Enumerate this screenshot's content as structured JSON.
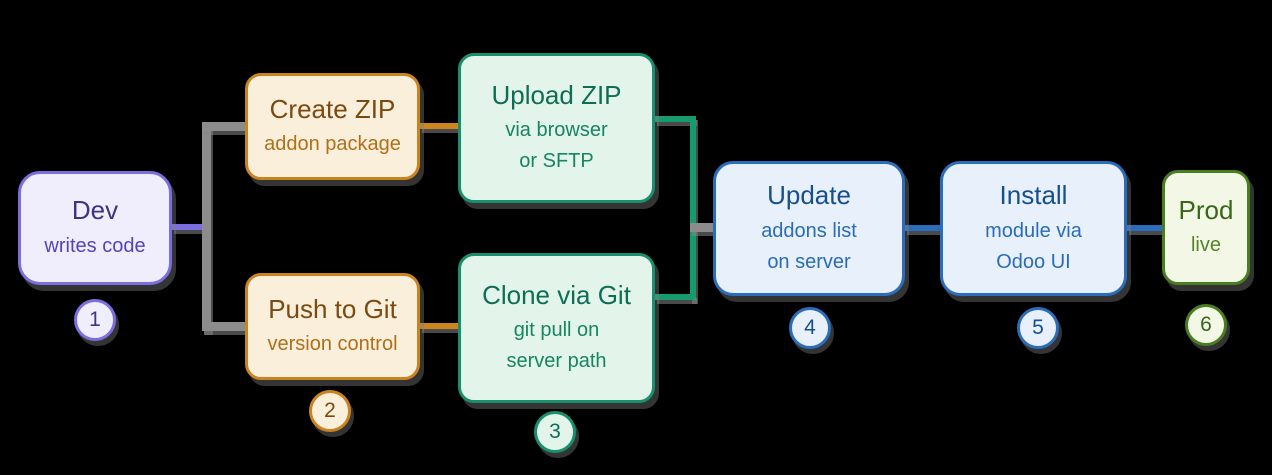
{
  "diagram": {
    "title": "deployment-flow",
    "background": "#000000",
    "palette": {
      "purple": "#7b6fe0",
      "gray": "#8c8c8c",
      "orange": "#cc861e",
      "green": "#189a6f",
      "blue": "#2b6db8",
      "dark_green": "#4a7d20"
    },
    "nodes": [
      {
        "id": "dev",
        "title": "Dev",
        "lines": [
          "writes code"
        ],
        "badge": "1",
        "border": "#7b6fe0",
        "fill": "#f0eefc",
        "title_color": "#3d3580",
        "sub_color": "#5145b8"
      },
      {
        "id": "create-zip",
        "title": "Create ZIP",
        "lines": [
          "addon package"
        ],
        "border": "#c9841f",
        "fill": "#faefda",
        "title_color": "#7a4a12",
        "sub_color": "#b06f1a"
      },
      {
        "id": "upload-zip",
        "title": "Upload ZIP",
        "lines": [
          "via browser",
          "or SFTP"
        ],
        "border": "#1a8f6d",
        "fill": "#e3f4eb",
        "title_color": "#0e6e54",
        "sub_color": "#178562"
      },
      {
        "id": "push-git",
        "title": "Push to Git",
        "lines": [
          "version control"
        ],
        "badge": "2",
        "border": "#c9841f",
        "fill": "#faefda",
        "title_color": "#7a4a12",
        "sub_color": "#b06f1a"
      },
      {
        "id": "clone-git",
        "title": "Clone via Git",
        "lines": [
          "git pull on",
          "server path"
        ],
        "badge": "3",
        "border": "#1a8f6d",
        "fill": "#e3f4eb",
        "title_color": "#0e6e54",
        "sub_color": "#178562"
      },
      {
        "id": "update",
        "title": "Update",
        "lines": [
          "addons list",
          "on server"
        ],
        "badge": "4",
        "border": "#2b6db8",
        "fill": "#e7f0fb",
        "title_color": "#174f8c",
        "sub_color": "#2a6cb5"
      },
      {
        "id": "install",
        "title": "Install",
        "lines": [
          "module via",
          "Odoo UI"
        ],
        "badge": "5",
        "border": "#2b6db8",
        "fill": "#e7f0fb",
        "title_color": "#174f8c",
        "sub_color": "#2a6cb5"
      },
      {
        "id": "prod",
        "title": "Prod",
        "lines": [
          "live"
        ],
        "badge": "6",
        "border": "#4a7d20",
        "fill": "#f3f8e6",
        "title_color": "#3a661c",
        "sub_color": "#55832a"
      }
    ],
    "connectors": [
      {
        "id": "dev-stub",
        "color_key": "purple"
      },
      {
        "id": "split-vertical",
        "color_key": "gray"
      },
      {
        "id": "split-top",
        "color_key": "gray"
      },
      {
        "id": "split-bottom",
        "color_key": "gray"
      },
      {
        "id": "create-upload",
        "color_key": "orange"
      },
      {
        "id": "push-clone",
        "color_key": "orange"
      },
      {
        "id": "merge-top",
        "color_key": "green"
      },
      {
        "id": "merge-vertical",
        "color_key": "green"
      },
      {
        "id": "merge-bottom",
        "color_key": "green"
      },
      {
        "id": "merge-update",
        "color_key": "gray"
      },
      {
        "id": "update-install",
        "color_key": "blue"
      },
      {
        "id": "install-prod",
        "color_key": "blue"
      }
    ]
  }
}
